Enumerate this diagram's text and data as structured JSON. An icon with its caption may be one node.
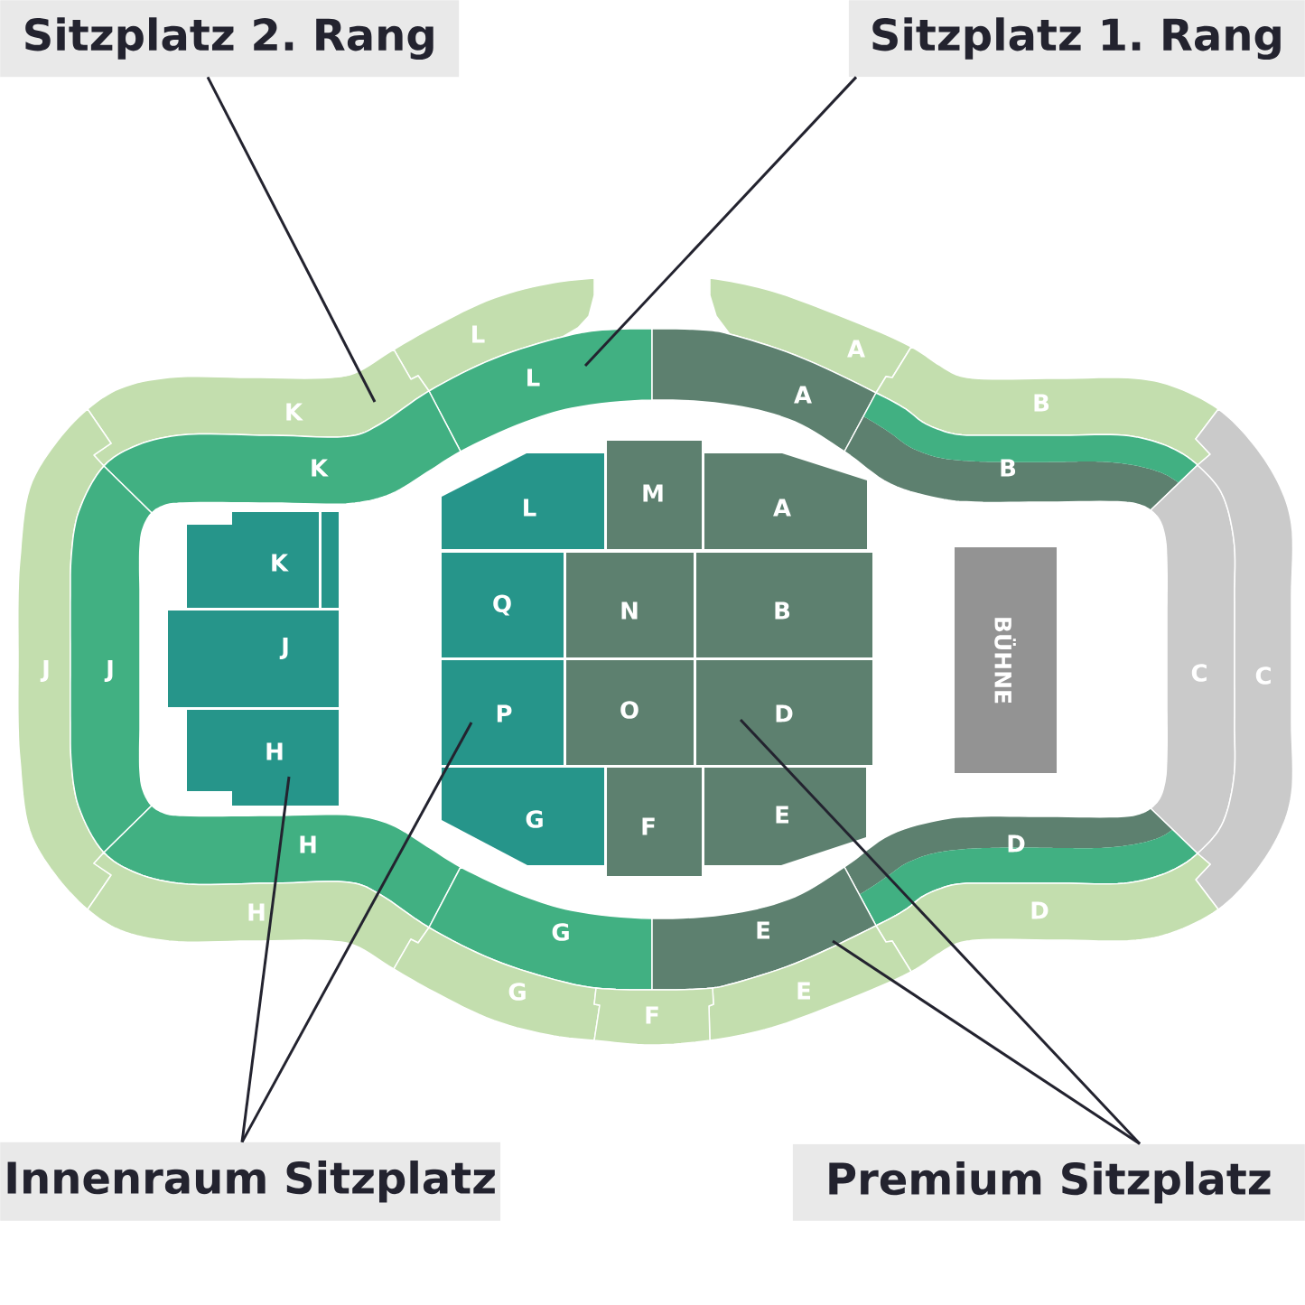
{
  "diagram": {
    "nodes": [
      {
        "text": [
          "Sitzplatz 2. Rang"
        ]
      },
      {
        "text": [
          "Sitzplatz 1. Rang"
        ]
      },
      {
        "text": [
          "L"
        ]
      },
      {
        "text": [
          "A"
        ]
      },
      {
        "text": [
          "L"
        ]
      },
      {
        "text": [
          "A"
        ]
      },
      {
        "text": [
          "B"
        ]
      },
      {
        "text": [
          "K"
        ]
      },
      {
        "text": [
          "B"
        ]
      },
      {
        "text": [
          "K"
        ]
      },
      {
        "text": [
          "M"
        ]
      },
      {
        "text": [
          "L"
        ]
      },
      {
        "text": [
          "A"
        ]
      },
      {
        "text": [
          "K"
        ]
      },
      {
        "text": [],
        "shape": "box"
      },
      {
        "text": [
          "Q"
        ]
      },
      {
        "text": [
          "N"
        ]
      },
      {
        "text": [
          "B"
        ]
      },
      {
        "text": [
          "J"
        ]
      },
      {
        "text": [
          "J"
        ]
      },
      {
        "text": [
          "J"
        ]
      },
      {
        "text": [
          "C"
        ]
      },
      {
        "text": [
          "C"
        ]
      },
      {
        "text": [
          "BÜHNE"
        ]
      },
      {
        "text": [
          "P"
        ]
      },
      {
        "text": [
          "O"
        ]
      },
      {
        "text": [
          "D"
        ]
      },
      {
        "text": [
          "H"
        ]
      },
      {
        "text": [
          "E"
        ]
      },
      {
        "text": [
          "G"
        ]
      },
      {
        "text": [
          "F"
        ]
      },
      {
        "text": [
          "H"
        ]
      },
      {
        "text": [
          "D"
        ]
      },
      {
        "text": [
          "D"
        ]
      },
      {
        "text": [
          "H"
        ]
      },
      {
        "text": [
          "G"
        ]
      },
      {
        "text": [
          "E"
        ]
      },
      {
        "text": [
          "G"
        ]
      },
      {
        "text": [
          "E"
        ]
      },
      {
        "text": [
          "F"
        ]
      },
      {
        "text": [
          "Innenraum Sitzplatz"
        ]
      },
      {
        "text": [
          "Premium Sitzplatz"
        ]
      }
    ],
    "edges": [
      {
        "from": 0,
        "to": 7,
        "arrow": "none"
      },
      {
        "from": 1,
        "to": 4,
        "arrow": "none"
      },
      {
        "from": 40,
        "to": 27,
        "arrow": "none"
      },
      {
        "from": 40,
        "to": 24,
        "arrow": "none"
      },
      {
        "from": 41,
        "to": 26,
        "arrow": "none"
      },
      {
        "from": 41,
        "to": 36,
        "arrow": "none"
      }
    ]
  }
}
